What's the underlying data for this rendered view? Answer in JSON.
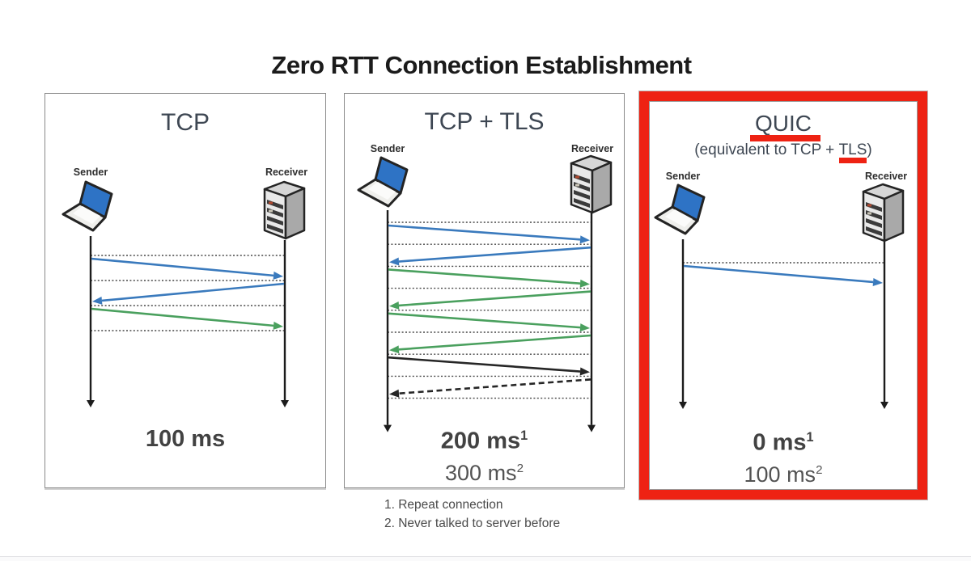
{
  "title": "Zero RTT Connection Establishment",
  "colors": {
    "blue": "#3a7abd",
    "green": "#4aa05e",
    "black": "#262626",
    "red": "#ee2213"
  },
  "footnotes": {
    "line1": "1. Repeat connection",
    "line2": "2. Never talked to server before"
  },
  "panels": [
    {
      "title": "TCP",
      "sender": "Sender",
      "receiver": "Receiver",
      "timings": [
        {
          "value": "100 ms",
          "sup": ""
        }
      ],
      "messages": [
        {
          "dir": "right",
          "color": "blue",
          "style": "solid"
        },
        {
          "dir": "left",
          "color": "blue",
          "style": "solid"
        },
        {
          "dir": "right",
          "color": "green",
          "style": "solid"
        }
      ]
    },
    {
      "title": "TCP + TLS",
      "sender": "Sender",
      "receiver": "Receiver",
      "timings": [
        {
          "value": "200 ms",
          "sup": "1"
        },
        {
          "value": "300 ms",
          "sup": "2"
        }
      ],
      "messages": [
        {
          "dir": "right",
          "color": "blue",
          "style": "solid"
        },
        {
          "dir": "left",
          "color": "blue",
          "style": "solid"
        },
        {
          "dir": "right",
          "color": "green",
          "style": "solid"
        },
        {
          "dir": "left",
          "color": "green",
          "style": "solid"
        },
        {
          "dir": "right",
          "color": "green",
          "style": "solid"
        },
        {
          "dir": "left",
          "color": "green",
          "style": "solid"
        },
        {
          "dir": "right",
          "color": "black",
          "style": "solid"
        },
        {
          "dir": "left",
          "color": "black",
          "style": "dashed"
        }
      ]
    },
    {
      "title": "QUIC",
      "subtitle_prefix": "(equivalent to TCP + ",
      "subtitle_underlined": "TLS",
      "subtitle_suffix": ")",
      "sender": "Sender",
      "receiver": "Receiver",
      "timings": [
        {
          "value": "0 ms",
          "sup": "1"
        },
        {
          "value": "100 ms",
          "sup": "2"
        }
      ],
      "messages": [
        {
          "dir": "right",
          "color": "blue",
          "style": "solid"
        }
      ]
    }
  ]
}
